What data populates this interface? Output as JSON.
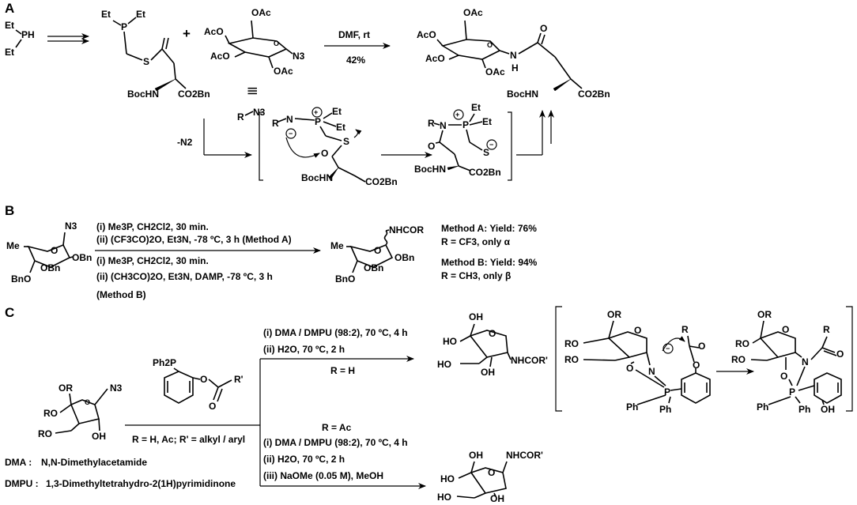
{
  "panel_a": {
    "label": "A",
    "reagent_et_ph_et": {
      "et_top": "Et",
      "ph": "PH",
      "et_bottom": "Et"
    },
    "thioester": {
      "et1": "Et",
      "p": "P",
      "et2": "Et",
      "s": "S",
      "bochn": "BocHN",
      "co2bn": "CO2Bn"
    },
    "plus": "+",
    "azide_sugar": {
      "oac_top": "OAc",
      "aco_1": "AcO",
      "aco_2": "AcO",
      "oac_bottom": "OAc",
      "n3": "N3"
    },
    "equiv_sign": "|||",
    "r_n3": "R",
    "r_n3_group": "N3",
    "conditions_top": "DMF, rt",
    "yield": "42%",
    "product": {
      "oac_top": "OAc",
      "aco_1": "AcO",
      "aco_2": "AcO",
      "oac_bottom": "OAc",
      "n": "N",
      "h": "H",
      "o": "O",
      "bochn": "BocHN",
      "co2bn": "CO2Bn"
    },
    "minus_n2": "-N2",
    "intermediate_1": {
      "r": "R",
      "n": "N",
      "p": "P",
      "et1": "Et",
      "et2": "Et",
      "s": "S",
      "o": "O",
      "bochn": "BocHN",
      "co2bn": "CO2Bn"
    },
    "intermediate_2": {
      "r": "R",
      "n": "N",
      "p": "P",
      "et1": "Et",
      "et2": "Et",
      "s": "S",
      "o": "O",
      "bochn": "BocHN",
      "co2bn": "CO2Bn"
    }
  },
  "panel_b": {
    "label": "B",
    "start": {
      "n3": "N3",
      "me": "Me",
      "o": "O",
      "obn_1": "OBn",
      "bno": "BnO",
      "obn_2": "OBn"
    },
    "conditions": [
      "(i)  Me3P, CH2Cl2, 30 min.",
      "(ii) (CF3CO)2O, Et3N, -78 ºC, 3 h (Method A)",
      "(i)  Me3P, CH2Cl2, 30 min.",
      "(ii) (CH3CO)2O, Et3N, DAMP, -78 ºC, 3 h",
      "(Method B)"
    ],
    "product": {
      "nhcor": "NHCOR",
      "me": "Me",
      "o": "O",
      "obn_1": "OBn",
      "bno": "BnO",
      "obn_2": "OBn"
    },
    "results": [
      "Method A: Yield: 76%",
      "R = CF3, only α",
      "Method B: Yield: 94%",
      "R = CH3, only β"
    ]
  },
  "panel_c": {
    "label": "C",
    "start": {
      "or": "OR",
      "n3": "N3",
      "ro_1": "RO",
      "ro_2": "RO",
      "oh": "OH"
    },
    "reagent": {
      "ph2p": "Ph2P",
      "o1": "O",
      "o2": "O",
      "r": "R'"
    },
    "reagent_caption": "R = H, Ac; R' = alkyl / aryl",
    "upper_conditions": [
      "(i) DMA / DMPU (98:2), 70 ºC, 4 h",
      "(ii) H2O, 70 ºC, 2 h"
    ],
    "upper_r": "R = H",
    "lower_r": "R = Ac",
    "lower_conditions": [
      "(i) DMA / DMPU (98:2), 70 ºC, 4 h",
      "(ii) H2O, 70 ºC, 2 h",
      "(iii) NaOMe (0.05 M), MeOH"
    ],
    "product_upper": {
      "oh": "OH",
      "o": "O",
      "ho_1": "HO",
      "ho_2": "HO",
      "nhcor": "NHCOR'"
    },
    "product_lower": {
      "oh": "OH",
      "o": "O",
      "ho_1": "HO",
      "ho_2": "HO",
      "nhcor": "NHCOR'"
    },
    "intermediate_1": {
      "or": "OR",
      "o_ring": "O",
      "ro_1": "RO",
      "ro_2": "RO",
      "n": "N",
      "o": "O",
      "p": "P",
      "ph1": "Ph",
      "ph2": "Ph",
      "r": "R",
      "o2": "O",
      "o3": "O"
    },
    "intermediate_2": {
      "or": "OR",
      "o_ring": "O",
      "ro_1": "RO",
      "ro_2": "RO",
      "n": "N",
      "r": "R",
      "o": "O",
      "o2": "O",
      "p": "P",
      "ph1": "Ph",
      "ph2": "Ph",
      "oh": "OH"
    },
    "definitions": [
      {
        "abbr": "DMA :",
        "text": "N,N-Dimethylacetamide"
      },
      {
        "abbr": "DMPU :",
        "text": "1,3-Dimethyltetrahydro-2(1H)pyrimidinone"
      }
    ]
  }
}
